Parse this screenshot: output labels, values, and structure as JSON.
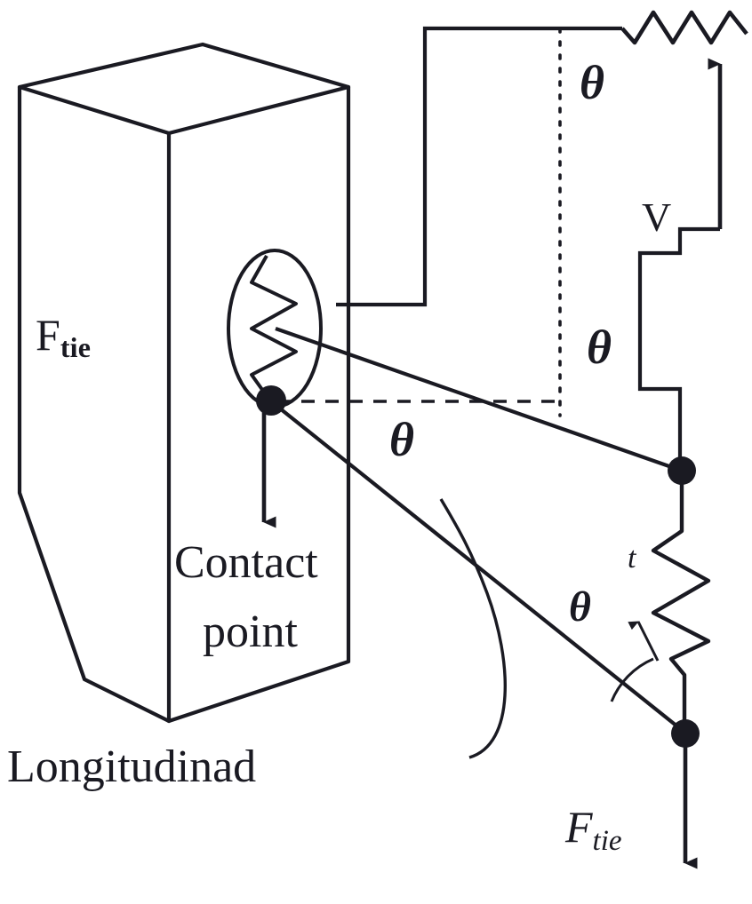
{
  "figure": {
    "kind": "free-body-diagram",
    "background_color": "#ffffff",
    "stroke_color": "#1a1a22"
  },
  "labels": {
    "force_tie_block": "F",
    "force_tie_block_sub": "tie",
    "force_tie_arrow": "F",
    "force_tie_arrow_sub": "tie",
    "contact_line1": "Contact",
    "contact_line2": "point",
    "longitudinal": "Longitudinad",
    "theta_top": "θ",
    "theta_middle": "θ",
    "theta_contact": "θ",
    "theta_bottom": "θ",
    "velocity": "V",
    "thickness": "t"
  },
  "elements": {
    "block": "rectangular-prism-tie",
    "contact_dot": "contact-point-marker",
    "ellipse": "contact-zone-ellipse",
    "spring_vertical_contact": "vertical-spring-in-ellipse",
    "spring_horizontal_top": "horizontal-spring-top",
    "spring_vertical_right": "vertical-spring-right",
    "dashed_horizontal": "horizontal-reference-dashed",
    "dotted_vertical": "vertical-reference-dotted",
    "arrow_down_contact": "downward-force-arrow-contact",
    "arrow_up_velocity": "upward-velocity-arrow",
    "arrow_down_ftie": "downward-force-arrow-ftie",
    "leader_curve": "longitudinal-leader-curve",
    "angle_arc": "theta-angle-arc"
  }
}
